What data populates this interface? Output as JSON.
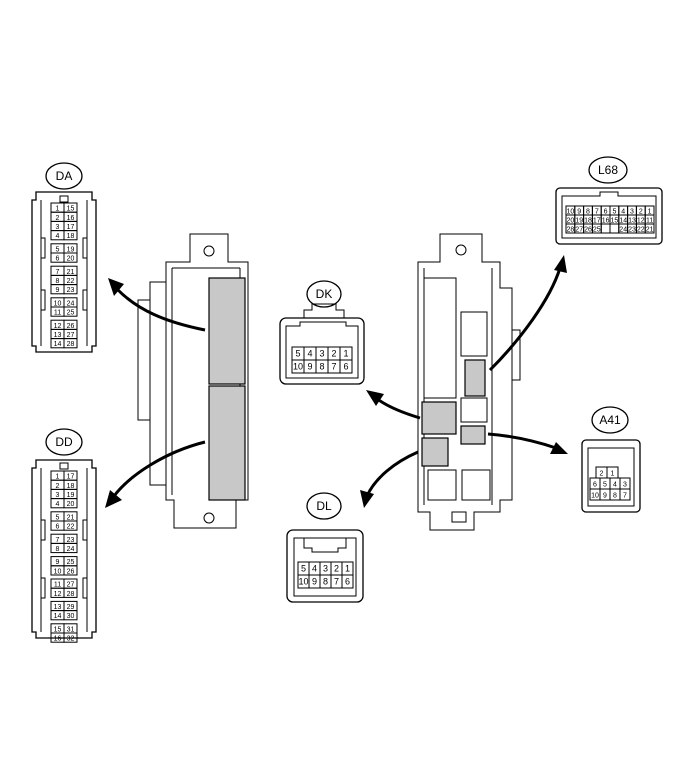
{
  "connectors": {
    "DA": {
      "label": "DA",
      "rows": [
        [
          "1",
          "15"
        ],
        [
          "2",
          "16"
        ],
        [
          "3",
          "17"
        ],
        [
          "4",
          "18"
        ],
        [
          "5",
          "19"
        ],
        [
          "6",
          "20"
        ],
        [
          "7",
          "21"
        ],
        [
          "8",
          "22"
        ],
        [
          "9",
          "23"
        ],
        [
          "10",
          "24"
        ],
        [
          "11",
          "25"
        ],
        [
          "12",
          "26"
        ],
        [
          "13",
          "27"
        ],
        [
          "14",
          "28"
        ]
      ]
    },
    "DD": {
      "label": "DD",
      "rows": [
        [
          "1",
          "17"
        ],
        [
          "2",
          "18"
        ],
        [
          "3",
          "19"
        ],
        [
          "4",
          "20"
        ],
        [
          "5",
          "21"
        ],
        [
          "6",
          "22"
        ],
        [
          "7",
          "23"
        ],
        [
          "8",
          "24"
        ],
        [
          "9",
          "25"
        ],
        [
          "10",
          "26"
        ],
        [
          "11",
          "27"
        ],
        [
          "12",
          "28"
        ],
        [
          "13",
          "29"
        ],
        [
          "14",
          "30"
        ],
        [
          "15",
          "31"
        ],
        [
          "16",
          "32"
        ]
      ]
    },
    "DK": {
      "label": "DK",
      "top": [
        "5",
        "4",
        "3",
        "2",
        "1"
      ],
      "bottom": [
        "10",
        "9",
        "8",
        "7",
        "6"
      ]
    },
    "DL": {
      "label": "DL",
      "top": [
        "5",
        "4",
        "3",
        "2",
        "1"
      ],
      "bottom": [
        "10",
        "9",
        "8",
        "7",
        "6"
      ]
    },
    "L68": {
      "label": "L68",
      "top": [
        "10",
        "9",
        "8",
        "7",
        "6",
        "5",
        "4",
        "3",
        "2",
        "1"
      ],
      "mid": [
        "20",
        "19",
        "18",
        "17",
        "16",
        "15",
        "14",
        "13",
        "12",
        "11"
      ],
      "bottom": [
        "28",
        "27",
        "26",
        "25",
        "",
        "",
        "24",
        "23",
        "22",
        "21"
      ]
    },
    "A41": {
      "label": "A41",
      "top": [
        "2",
        "1"
      ],
      "mid": [
        "6",
        "5",
        "4",
        "3"
      ],
      "bottom": [
        "10",
        "9",
        "8",
        "7"
      ]
    }
  },
  "colors": {
    "line": "#000000",
    "highlight": "#c8c8c8",
    "background": "#ffffff"
  }
}
